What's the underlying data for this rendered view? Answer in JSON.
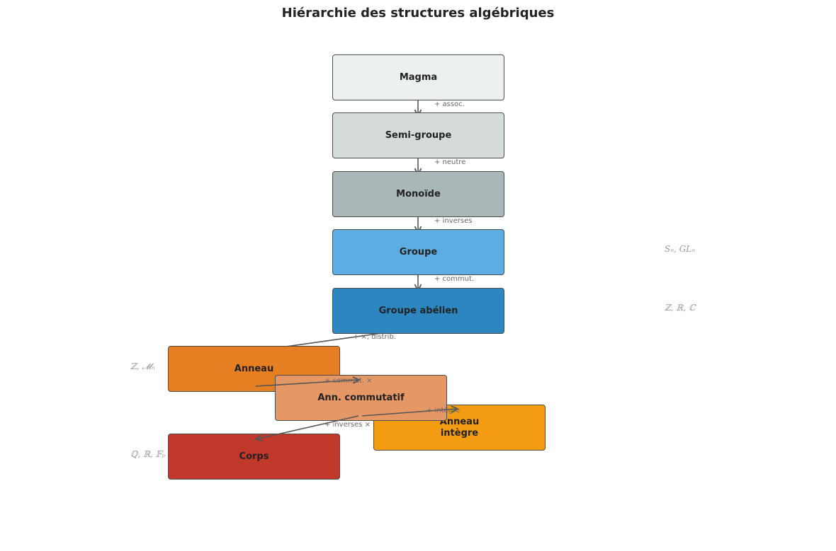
{
  "title": "Hiérarchie des structures algébriques",
  "nodes": {
    "magma": {
      "label": "Magma",
      "color": "#ecf0f1"
    },
    "semigroupe": {
      "label": "Semi-groupe",
      "color": "#d5dbdb"
    },
    "monoide": {
      "label": "Monoïde",
      "color": "#aab7b8"
    },
    "groupe": {
      "label": "Groupe",
      "color": "#5dade2"
    },
    "groupe_abelien": {
      "label": "Groupe abélien",
      "color": "#2e86c1"
    },
    "anneau": {
      "label": "Anneau",
      "color": "#e67e22"
    },
    "ann_commutatif": {
      "label": "Ann. commutatif",
      "color": "#e59866"
    },
    "anneau_integre": {
      "label": "Anneau\nintègre",
      "color": "#f39c12"
    },
    "corps": {
      "label": "Corps",
      "color": "#c0392b"
    }
  },
  "edges": {
    "assoc": "+ assoc.",
    "neutre": "+ neutre",
    "inverses": "+ inverses",
    "commut": "+ commut.",
    "distrib": "+ ×, distrib.",
    "commut_mult": "+ commut. ×",
    "integre": "+ intègre",
    "inverses_mult": "+ inverses ×"
  },
  "examples": {
    "groupe": "Sₙ, GLₙ",
    "groupe_abelien": "ℤ, ℝ, ℂ",
    "anneau": "ℤ, 𝓜ₙ",
    "corps": "ℚ, ℝ, 𝔽ₚ"
  }
}
